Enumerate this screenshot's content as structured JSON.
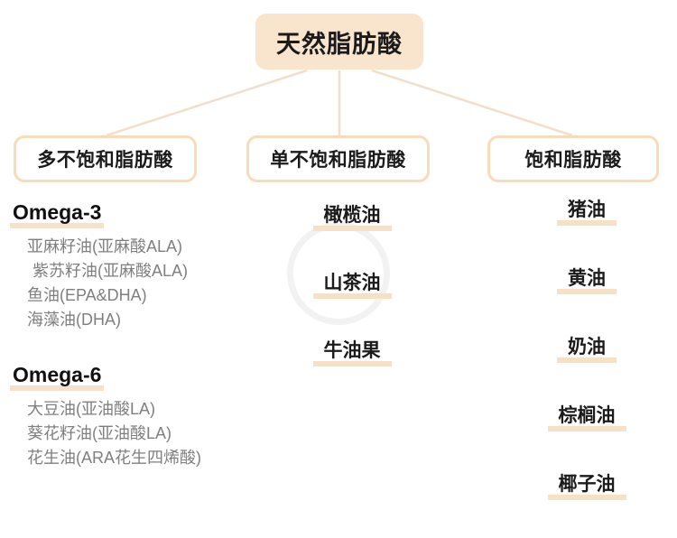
{
  "diagram": {
    "title": "天然脂肪酸",
    "colors": {
      "title_box_bg": "#f9e4ce",
      "box_border": "#f8dcb9",
      "underline": "#f6e0c6",
      "connector": "#f2dfcb",
      "text_primary": "#1b1b1b",
      "text_secondary": "#7f7f7f",
      "background": "#ffffff"
    },
    "categories": [
      {
        "label": "多不饱和脂肪酸",
        "style": "groups",
        "groups": [
          {
            "heading": "Omega-3",
            "items": [
              "亚麻籽油(亚麻酸ALA)",
              "紫苏籽油(亚麻酸ALA)",
              "鱼油(EPA&DHA)",
              "海藻油(DHA)"
            ]
          },
          {
            "heading": "Omega-6",
            "items": [
              "大豆油(亚油酸LA)",
              "葵花籽油(亚油酸LA)",
              "花生油(ARA花生四烯酸)"
            ]
          }
        ]
      },
      {
        "label": "单不饱和脂肪酸",
        "style": "underlined",
        "items": [
          "橄榄油",
          "山茶油",
          "牛油果"
        ]
      },
      {
        "label": "饱和脂肪酸",
        "style": "underlined",
        "items": [
          "猪油",
          "黄油",
          "奶油",
          "棕榈油",
          "椰子油"
        ]
      }
    ]
  }
}
